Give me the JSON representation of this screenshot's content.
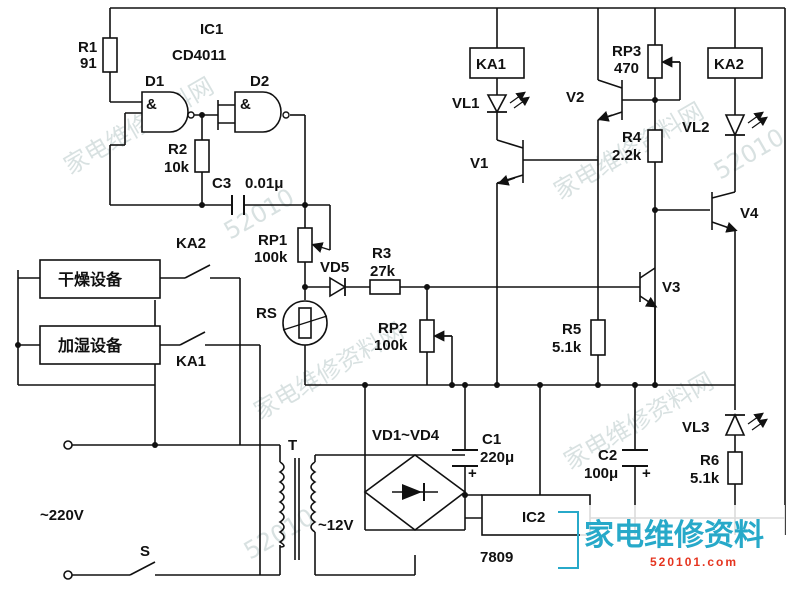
{
  "labels": {
    "r1": "R1",
    "r1_val": "91",
    "ic1": "IC1",
    "ic1_type": "CD4011",
    "d1": "D1",
    "d2": "D2",
    "amp": "&",
    "r2": "R2",
    "r2_val": "10k",
    "c3": "C3",
    "c3_val": "0.01μ",
    "rp1": "RP1",
    "rp1_val": "100k",
    "vd5": "VD5",
    "r3": "R3",
    "r3_val": "27k",
    "rs": "RS",
    "rp2": "RP2",
    "rp2_val": "100k",
    "ka1": "KA1",
    "ka2": "KA2",
    "vl1": "VL1",
    "vl2": "VL2",
    "vl3": "VL3",
    "v1": "V1",
    "v2": "V2",
    "v3": "V3",
    "v4": "V4",
    "rp3": "RP3",
    "rp3_val": "470",
    "r4": "R4",
    "r4_val": "2.2k",
    "r5": "R5",
    "r5_val": "5.1k",
    "r6": "R6",
    "r6_val": "5.1k",
    "vd14": "VD1~VD4",
    "c1": "C1",
    "c1_val": "220μ",
    "c2": "C2",
    "c2_val": "100μ",
    "ic2": "IC2",
    "ic2_type": "7809",
    "t": "T",
    "v12": "~12V",
    "ac": "~220V",
    "s": "S",
    "dryer": "干燥设备",
    "humid": "加湿设备",
    "plus": "+"
  },
  "brand": {
    "name": "家电维修资料",
    "url": "520101.com"
  },
  "watermark": [
    "家电维修资料网",
    "52010",
    "家电维修资料网",
    "52010",
    "家电维修资料网",
    "52010",
    "家电维修资料网"
  ]
}
